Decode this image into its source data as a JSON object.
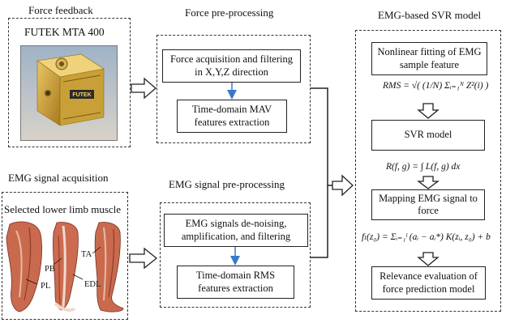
{
  "sections": {
    "force_feedback": {
      "title": "Force feedback",
      "sensor_label": "FUTEK MTA 400",
      "brand_text": "FUTEK"
    },
    "force_preprocessing": {
      "title": "Force pre-processing",
      "step1": "Force acquisition and filtering in X,Y,Z direction",
      "step2": "Time-domain MAV features extraction"
    },
    "emg_acquisition": {
      "title": "EMG signal acquisition",
      "subtitle": "Selected lower limb muscle",
      "muscle_labels": {
        "pl": "PL",
        "pb": "PB",
        "ta": "TA",
        "edl": "EDL"
      }
    },
    "emg_preprocessing": {
      "title": "EMG signal pre-processing",
      "step1": "EMG signals de-noising, amplification, and filtering",
      "step2": "Time-domain RMS features extraction"
    },
    "svr_model": {
      "title": "EMG-based SVR model",
      "step1": "Nonlinear fitting of EMG sample feature",
      "step2": "SVR model",
      "step3": "Mapping EMG signal to force",
      "step4": "Relevance evaluation of force prediction model",
      "formula_rms": "RMS = √( (1/N) Σᵢ₌₁ᴺ Z²(i) )",
      "formula_r": "R(f, g) = ∫ L(f, g) dx",
      "formula_f": "fₗ(z₀) = Σᵢ₌₁ˡ (aᵢ − aᵢ*) K(zᵢ, z₀) + b"
    }
  },
  "colors": {
    "line": "#222222",
    "inner_arrow": "#3a78c9",
    "sensor_gold": "#c9a038",
    "muscle_red": "#b5523d"
  }
}
